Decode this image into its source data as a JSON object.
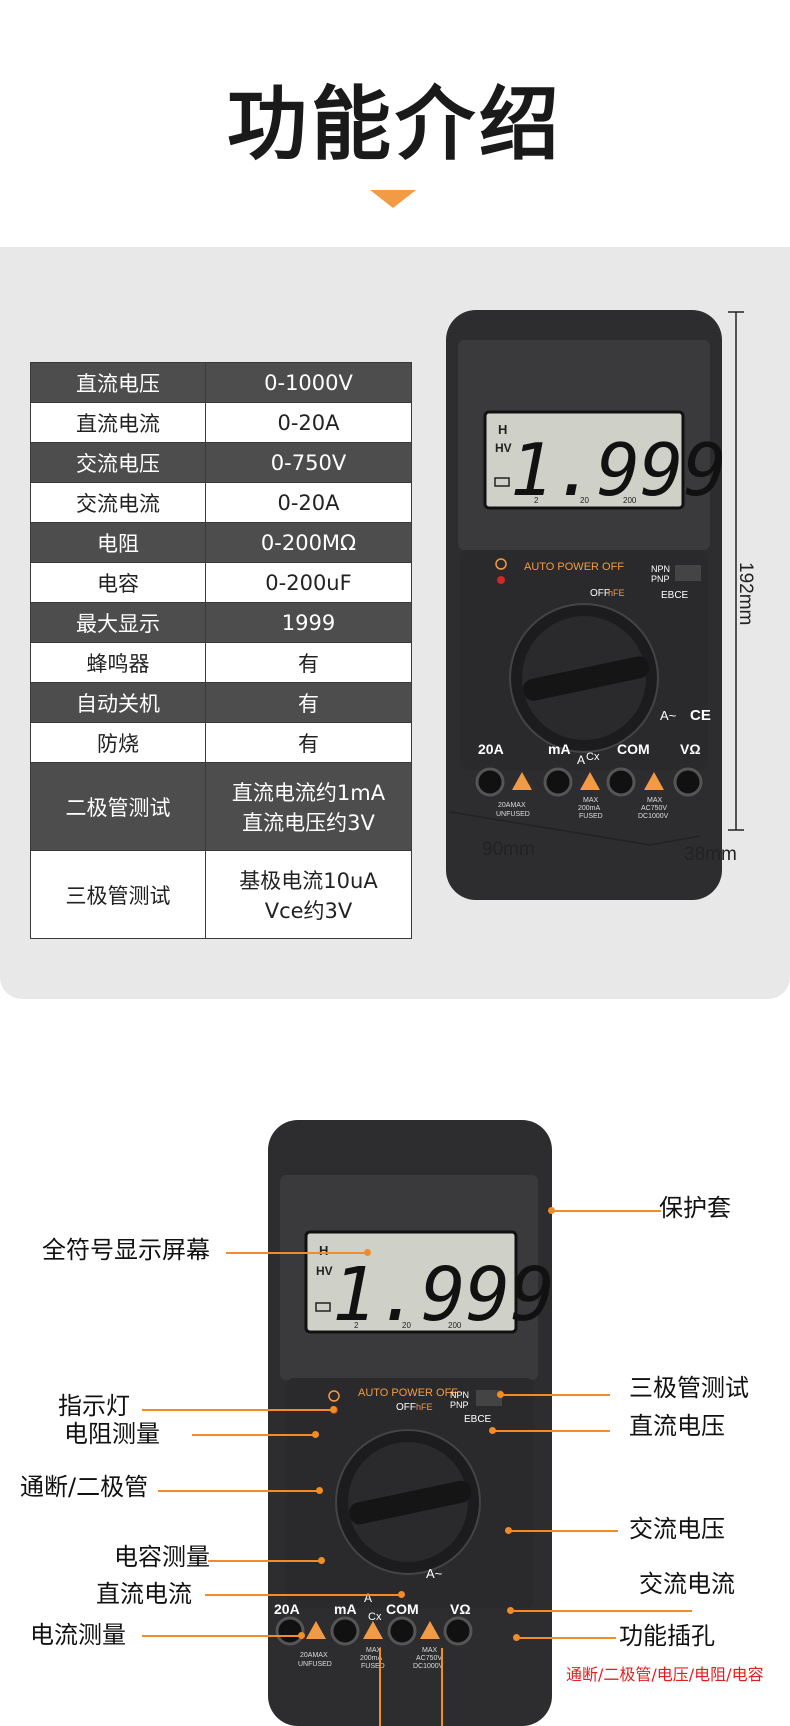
{
  "header": {
    "title": "功能介绍"
  },
  "spec_table": [
    {
      "label": "直流电压",
      "value": "0-1000V"
    },
    {
      "label": "直流电流",
      "value": "0-20A"
    },
    {
      "label": "交流电压",
      "value": "0-750V"
    },
    {
      "label": "交流电流",
      "value": "0-20A"
    },
    {
      "label": "电阻",
      "value": "0-200MΩ"
    },
    {
      "label": "电容",
      "value": "0-200uF"
    },
    {
      "label": "最大显示",
      "value": "1999"
    },
    {
      "label": "蜂鸣器",
      "value": "有"
    },
    {
      "label": "自动关机",
      "value": "有"
    },
    {
      "label": "防烧",
      "value": "有"
    },
    {
      "label": "二极管测试",
      "value_line1": "直流电流约1mA",
      "value_line2": "直流电压约3V"
    },
    {
      "label": "三极管测试",
      "value_line1": "基极电流10uA",
      "value_line2": "Vce约3V"
    }
  ],
  "dimensions": {
    "height": "192mm",
    "width": "90mm",
    "depth": "38mm"
  },
  "meter": {
    "display": "1.999",
    "display_top_left": "H",
    "display_hv": "HV",
    "lcd_scale": [
      "2",
      "20",
      "200"
    ],
    "auto_power_off": "AUTO POWER OFF",
    "off_label": "OFF",
    "hfe_label": "hFE",
    "npn": "NPN",
    "pnp": "PNP",
    "ebce": "EBCE",
    "ports": [
      "20A",
      "mA",
      "COM",
      "VΩ"
    ],
    "cx_label": "Cx",
    "ce_mark": "CE",
    "a_ac": "A~",
    "a_dc": "A",
    "warn_left": [
      "20AMAX",
      "UNFUSED"
    ],
    "warn_mid": [
      "MAX",
      "200mA",
      "FUSED"
    ],
    "warn_right": [
      "MAX",
      "AC750V",
      "DC1000V"
    ]
  },
  "callouts": {
    "protective_case": "保护套",
    "full_symbol_display": "全符号显示屏幕",
    "indicator": "指示灯",
    "resistance": "电阻测量",
    "continuity_diode": "通断/二极管",
    "capacitance": "电容测量",
    "dc_current": "直流电流",
    "current_measure": "电流测量",
    "transistor_test": "三极管测试",
    "dc_voltage": "直流电压",
    "ac_voltage": "交流电压",
    "ac_current": "交流电流",
    "function_jack": "功能插孔",
    "function_jack_note": "通断/二极管/电压/电阻/电容"
  },
  "colors": {
    "accent": "#f28c28",
    "panel": "#e8e8e8",
    "table_dark": "#4d4d4d",
    "note_red": "#e02020"
  }
}
